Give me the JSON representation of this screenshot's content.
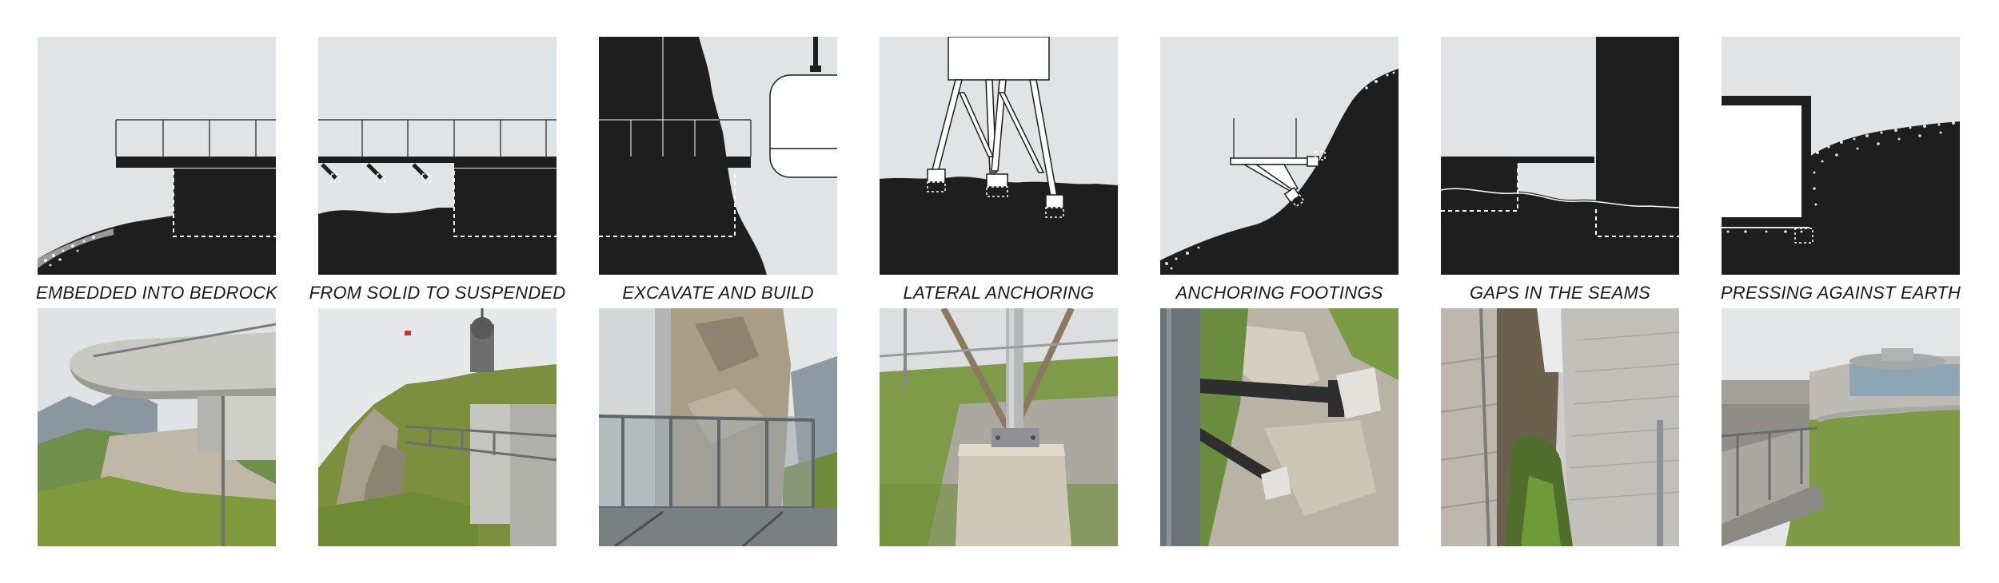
{
  "colors": {
    "sky": "#e2e3e5",
    "earth": "#1e1e1e",
    "line": "#ffffff"
  },
  "panels": [
    {
      "caption": "EMBEDDED INTO BEDROCK",
      "diagram_icon": "platform-on-bedrock-diagram",
      "photo_icon": "cantilevered-concrete-balcony-photo"
    },
    {
      "caption": "FROM SOLID TO SUSPENDED",
      "diagram_icon": "suspended-walkway-diagram",
      "photo_icon": "walkway-along-cliff-photo"
    },
    {
      "caption": "EXCAVATE AND BUILD",
      "diagram_icon": "excavated-platform-diagram",
      "photo_icon": "glass-platform-at-rock-face-photo"
    },
    {
      "caption": "LATERAL ANCHORING",
      "diagram_icon": "tower-footings-diagram",
      "photo_icon": "steel-column-footing-photo"
    },
    {
      "caption": "ANCHORING FOOTINGS",
      "diagram_icon": "bracket-on-slope-diagram",
      "photo_icon": "steel-bracket-on-rock-photo"
    },
    {
      "caption": "GAPS IN THE SEAMS",
      "diagram_icon": "building-seam-gap-diagram",
      "photo_icon": "gap-between-walls-photo"
    },
    {
      "caption": "PRESSING AGAINST EARTH",
      "diagram_icon": "retaining-wall-diagram",
      "photo_icon": "building-against-hillside-photo"
    }
  ]
}
